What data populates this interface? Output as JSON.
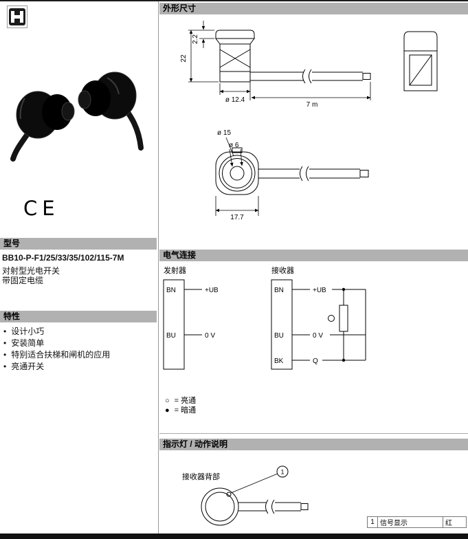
{
  "left": {
    "model_header": "型号",
    "model_number": "BB10-P-F1/25/33/35/102/115-7M",
    "description_line1": "对射型光电开关",
    "description_line2": "带固定电缆",
    "features_header": "特性",
    "bullet": "•",
    "features": [
      "设计小巧",
      "安装简单",
      "特别适合扶梯和闸机的应用",
      "亮通开关"
    ],
    "ce_mark": "CE"
  },
  "right": {
    "dimensions_header": "外形尺寸",
    "dimensions": {
      "cap_height": "2.2",
      "total_height": "22",
      "body_diameter": "ø 12.4",
      "cable_length": "7 m",
      "outer_diameter": "ø 15",
      "inner_diameter": "ø 6",
      "flange_width": "17.7"
    },
    "electrical_header": "电气连接",
    "emitter": {
      "label": "发射器",
      "pins": [
        {
          "pin": "BN",
          "signal": "+UB"
        },
        {
          "pin": "BU",
          "signal": "0 V"
        }
      ]
    },
    "receiver": {
      "label": "接收器",
      "pins": [
        {
          "pin": "BN",
          "signal": "+UB"
        },
        {
          "pin": "BU",
          "signal": "0 V"
        },
        {
          "pin": "BK",
          "signal": "Q"
        }
      ]
    },
    "legend": [
      {
        "symbol": "○",
        "text": "= 亮通"
      },
      {
        "symbol": "●",
        "text": "= 暗通"
      }
    ],
    "indicator_header": "指示灯 / 动作说明",
    "receiver_back_label": "接收器背部",
    "callout_number": "1",
    "indicator_table": {
      "index": "1",
      "name": "信号显示",
      "value": "红"
    }
  }
}
